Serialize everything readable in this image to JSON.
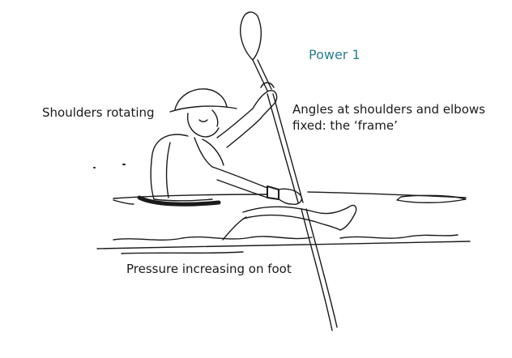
{
  "figure": {
    "title": "Power 1",
    "title_color": "#2a7f8f",
    "text_color": "#1a1a1a",
    "line_color": "#1a1a1a"
  },
  "labels": {
    "shoulders": "Shoulders rotating",
    "angles_line1": "Angles at shoulders and elbows",
    "angles_line2": "fixed: the ‘frame’",
    "pressure": "Pressure increasing on foot"
  },
  "icons": [
    "paddler-illustration"
  ]
}
